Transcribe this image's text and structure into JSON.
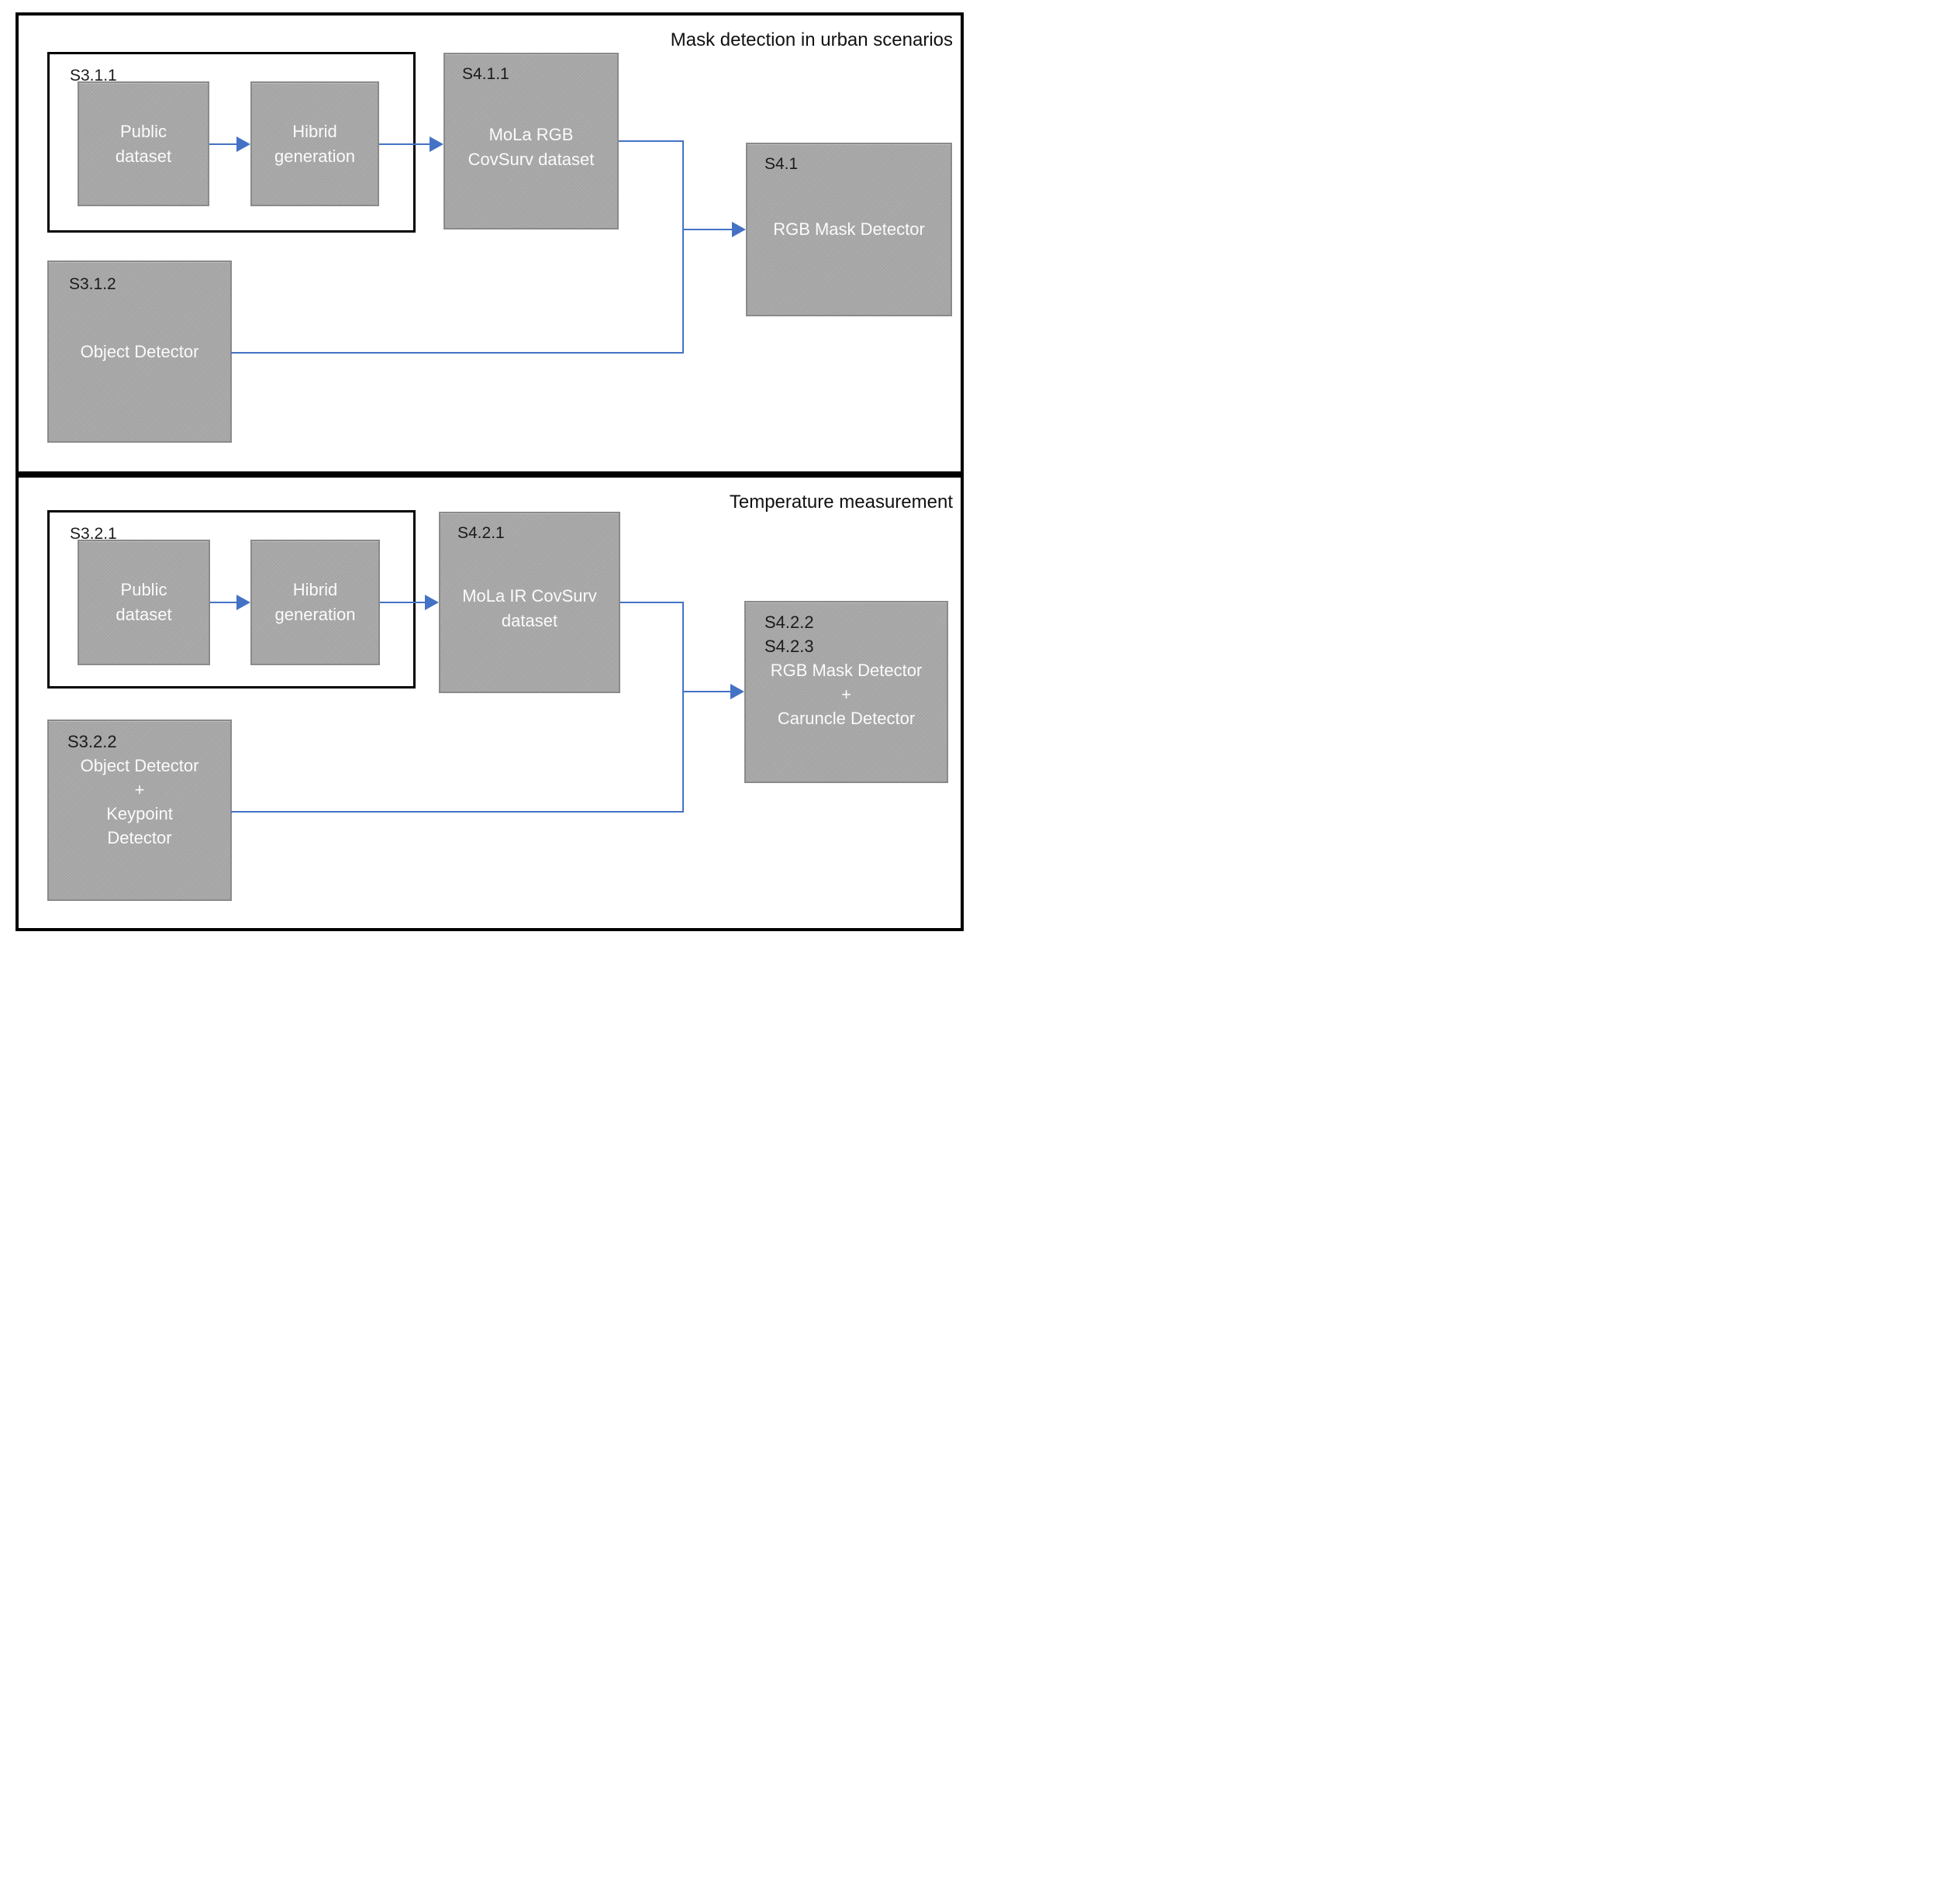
{
  "colors": {
    "connector_blue": "#4472c4",
    "box_fill": "#a8a8a8",
    "box_border": "#8a8a8a",
    "panel_border": "#000000",
    "box_text": "#fbfbfb",
    "label_text": "#1b1b1b"
  },
  "panel1": {
    "title": "Mask detection in urban scenarios",
    "group_label": "S3.1.1",
    "public": {
      "line1": "Public",
      "line2": "dataset"
    },
    "hibrid": {
      "line1": "Hibrid",
      "line2": "generation"
    },
    "dataset": {
      "label": "S4.1.1",
      "line1": "MoLa RGB",
      "line2": "CovSurv dataset"
    },
    "detector": {
      "label": "S4.1",
      "text": "RGB Mask Detector"
    },
    "object_detector": {
      "label": "S3.1.2",
      "text": "Object Detector"
    }
  },
  "panel2": {
    "title": "Temperature measurement",
    "group_label": "S3.2.1",
    "public": {
      "line1": "Public",
      "line2": "dataset"
    },
    "hibrid": {
      "line1": "Hibrid",
      "line2": "generation"
    },
    "dataset": {
      "label": "S4.2.1",
      "line1": "MoLa IR CovSurv",
      "line2": "dataset"
    },
    "detector": {
      "label1": "S4.2.2",
      "label2": "S4.2.3",
      "line1": "RGB Mask Detector",
      "line2": "+",
      "line3": "Caruncle Detector"
    },
    "object_detector": {
      "label": "S3.2.2",
      "line1": "Object Detector",
      "line2": "+",
      "line3": "Keypoint",
      "line4": "Detector"
    }
  }
}
